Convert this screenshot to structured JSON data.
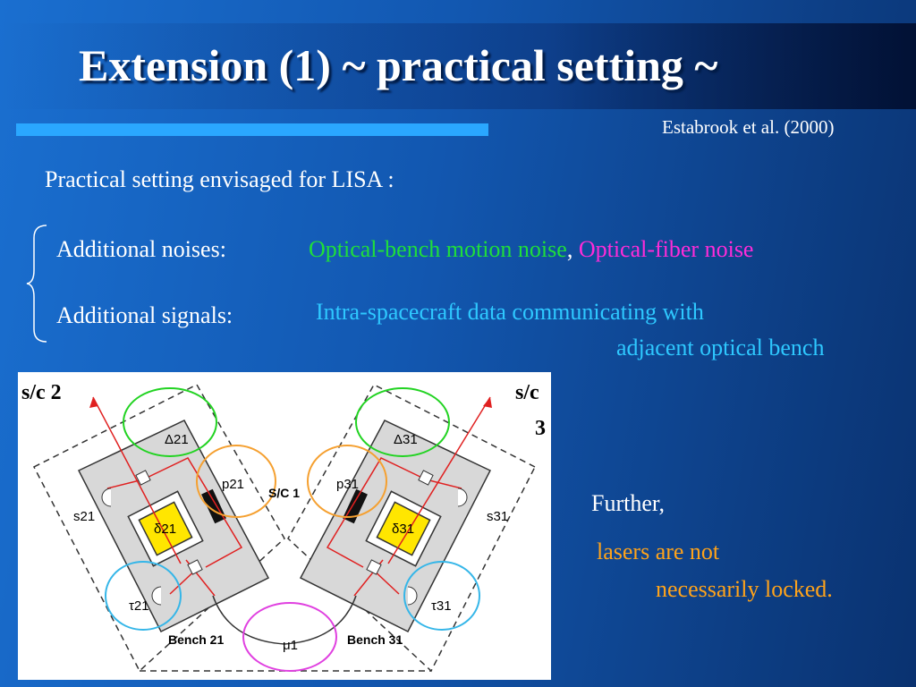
{
  "slide": {
    "title": "Extension (1) ~ practical setting ~",
    "citation": "Estabrook et al. (2000)",
    "intro": "Practical setting envisaged for LISA :"
  },
  "noises": {
    "label": "Additional noises:",
    "item1": "Optical-bench motion noise",
    "separator": ",",
    "item2": "Optical-fiber noise"
  },
  "signals": {
    "label": "Additional signals:",
    "line1": "Intra-spacecraft data communicating with",
    "line2": "adjacent optical bench"
  },
  "diagram": {
    "sc2": "s/c 2",
    "sc3_line1": "s/c",
    "sc3_line2": "3",
    "sc1": "S/C 1",
    "delta21": "Δ21",
    "delta31": "Δ31",
    "p21": "p21",
    "p31": "p31",
    "s21": "s21",
    "s31": "s31",
    "d21": "δ21",
    "d31": "δ31",
    "tau21": "τ21",
    "tau31": "τ31",
    "bench21": "Bench 21",
    "bench31": "Bench 31",
    "mu1": "μ1"
  },
  "further": {
    "intro": "Further,",
    "line1": "lasers are not",
    "line2": "necessarily locked."
  },
  "colors": {
    "background": "#1257b0",
    "accent_bar": "#2aa7ff",
    "noise1": "#1fdf3a",
    "noise2": "#ff2bd8",
    "signal": "#2ec8ff",
    "further": "#ffa31a"
  }
}
